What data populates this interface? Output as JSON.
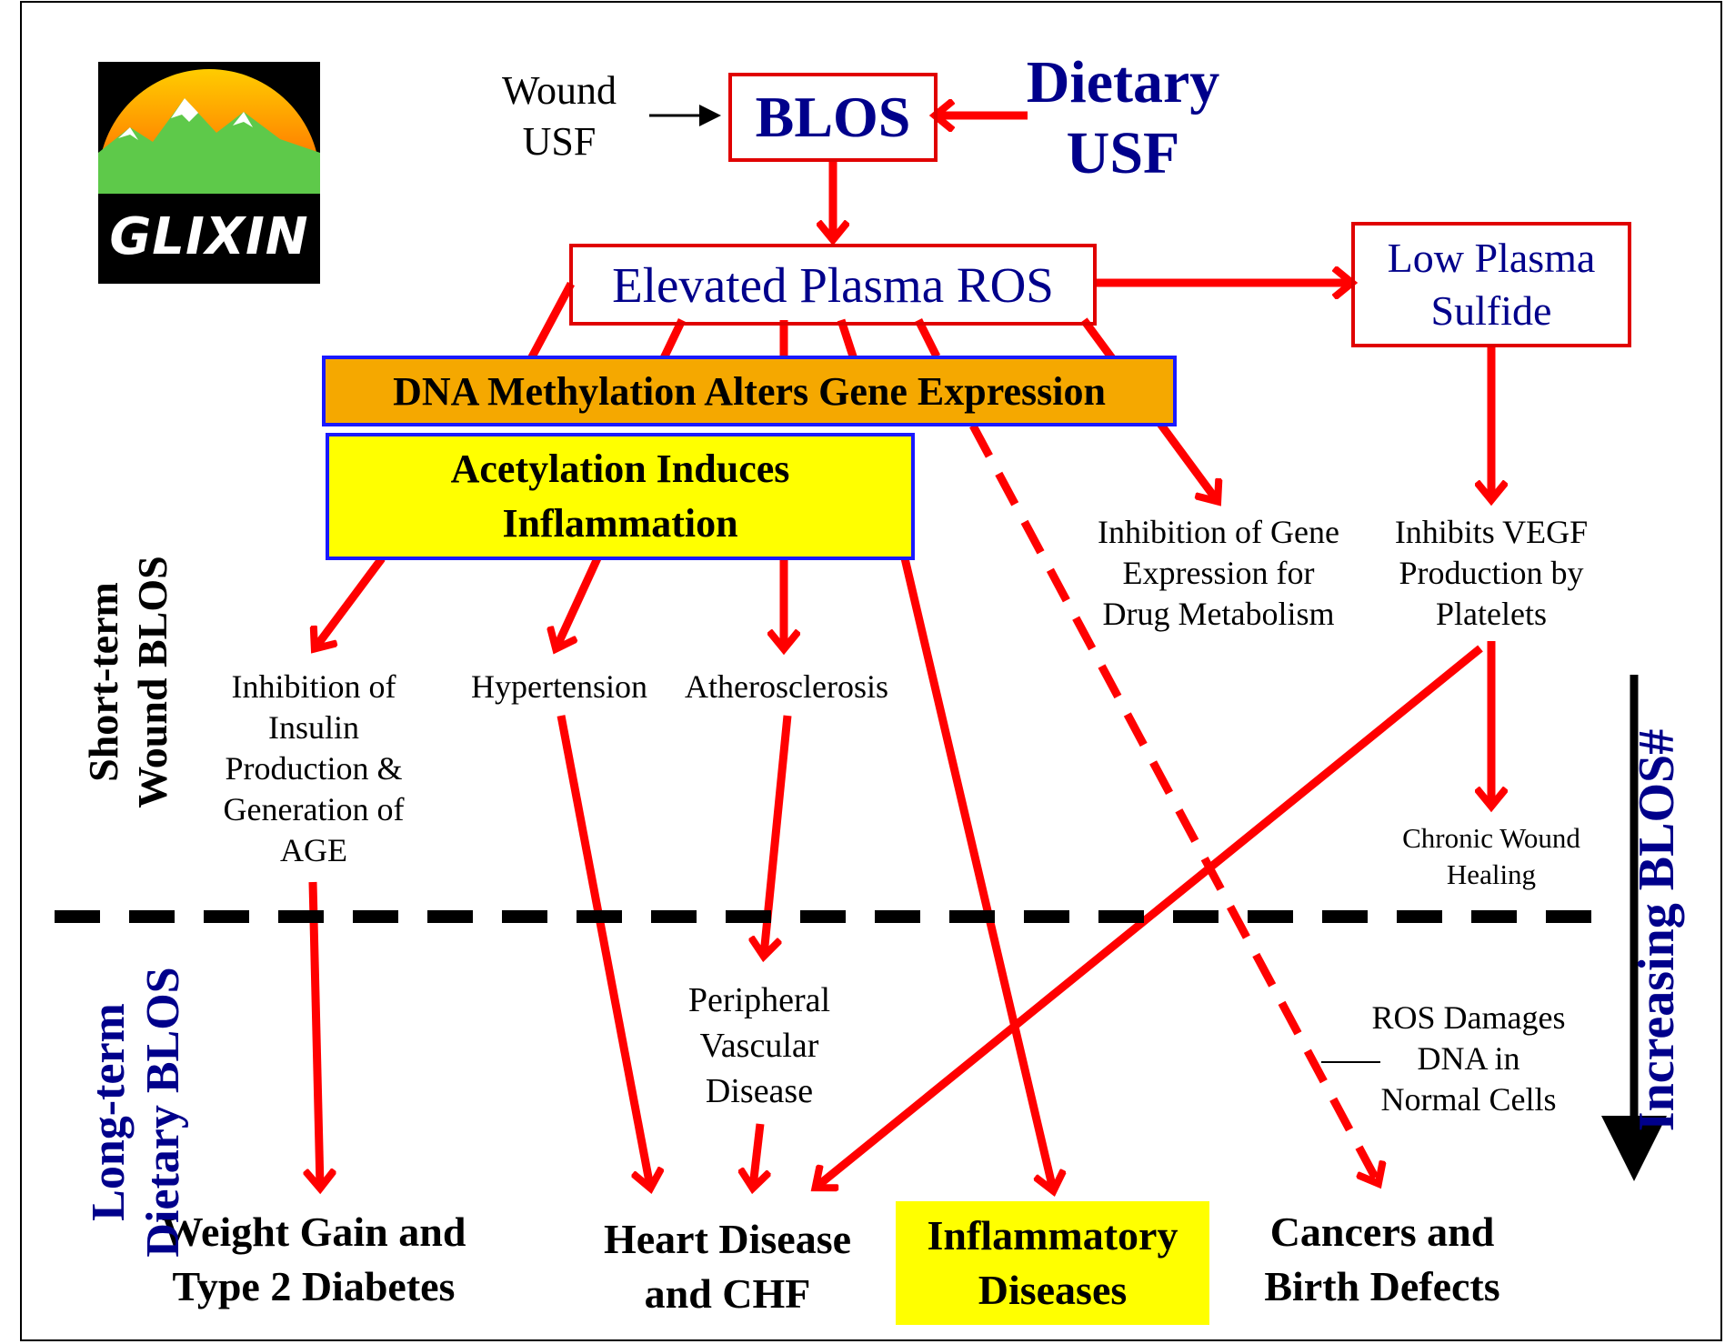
{
  "logo": {
    "text": "GLIXIN",
    "icon": "mountain-sun-logo"
  },
  "sources": {
    "wound_usf": [
      "Wound",
      "USF"
    ],
    "dietary_usf": [
      "Dietary",
      "USF"
    ]
  },
  "boxes": {
    "blos": "BLOS",
    "elevated_ros": "Elevated Plasma ROS",
    "low_sulfide": [
      "Low Plasma",
      "Sulfide"
    ],
    "dna_methylation": "DNA Methylation Alters Gene Expression",
    "acetylation": [
      "Acetylation Induces",
      "Inflammation"
    ]
  },
  "effects": {
    "inhibition_insulin": [
      "Inhibition of",
      "Insulin",
      "Production &",
      "Generation of",
      "AGE"
    ],
    "hypertension": "Hypertension",
    "atherosclerosis": "Atherosclerosis",
    "inhibition_drug": [
      "Inhibition of Gene",
      "Expression for",
      "Drug Metabolism"
    ],
    "inhibits_vegf": [
      "Inhibits VEGF",
      "Production by",
      "Platelets"
    ],
    "chronic_wound": [
      "Chronic Wound",
      "Healing"
    ],
    "peripheral": [
      "Peripheral",
      "Vascular",
      "Disease"
    ],
    "ros_damages": [
      "ROS Damages",
      "DNA in",
      "Normal Cells"
    ]
  },
  "outcomes": {
    "weight_gain": [
      "Weight Gain and",
      "Type 2 Diabetes"
    ],
    "heart_disease": [
      "Heart Disease",
      "and CHF"
    ],
    "inflammatory": [
      "Inflammatory",
      "Diseases"
    ],
    "cancers": [
      "Cancers and",
      "Birth Defects"
    ]
  },
  "side_labels": {
    "short_term": [
      "Short-term",
      "Wound BLOS"
    ],
    "long_term": [
      "Long-term",
      "Dietary BLOS"
    ],
    "increasing": "Increasing BLOS#"
  },
  "colors": {
    "arrow_red": "#ff0000",
    "navy_text": "#00008b",
    "box_border_red": "#e00000",
    "box_border_blue": "#1a1aff",
    "orange_fill": "#f5a800",
    "yellow_fill": "#ffff00"
  }
}
